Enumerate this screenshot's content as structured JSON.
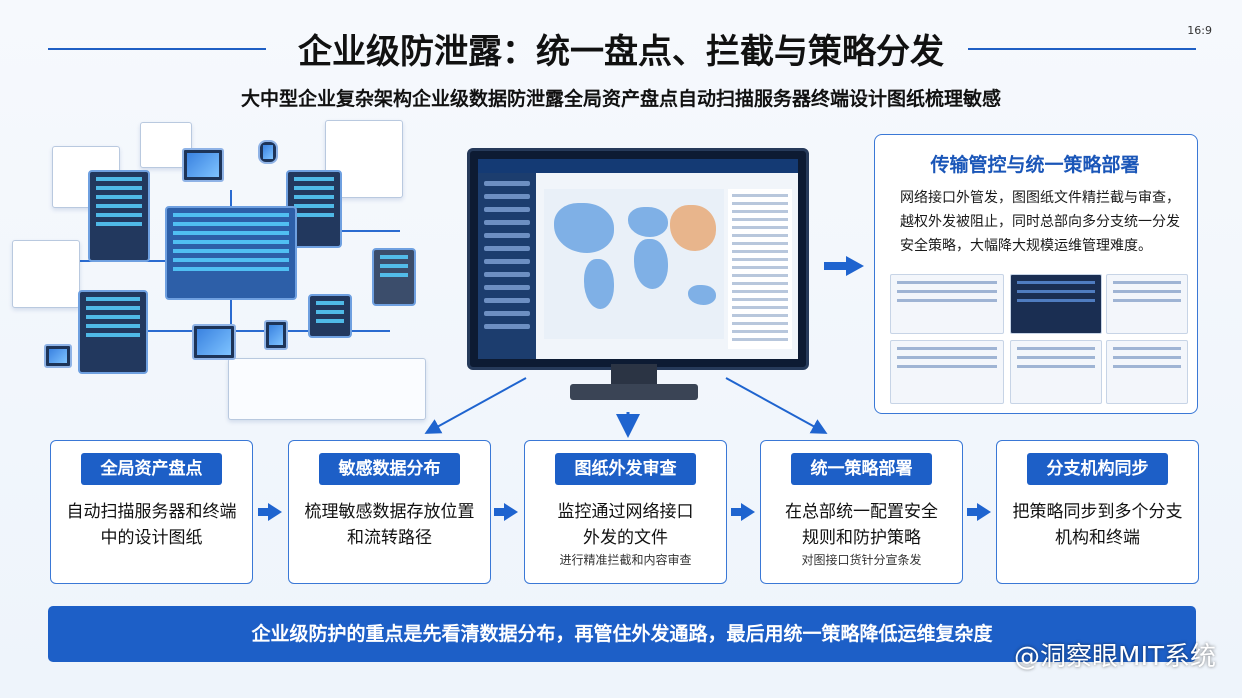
{
  "header": {
    "title": "企业级防泄露：统一盘点、拦截与策略分发",
    "aspect_ratio_label": "16:9",
    "subtitle": "大中型企业复杂架构企业级数据防泄露全局资产盘点自动扫描服务器终端设计图纸梳理敏感"
  },
  "right_panel": {
    "title": "传输管控与统一策略部署",
    "description": "网络接口外管发，图图纸文件精拦截与审查，越权外发被阻止，同时总部向多分支统一分发安全策略，大幅降大规模运维管理难度。"
  },
  "cards": [
    {
      "title": "全局资产盘点",
      "description": "自动扫描服务器和终端中的设计图纸",
      "note": ""
    },
    {
      "title": "敏感数据分布",
      "description": "梳理敏感数据存放位置和流转路径",
      "note": ""
    },
    {
      "title": "图纸外发审查",
      "description": "监控通过网络接口外发的文件",
      "note": "进行精准拦截和内容审查"
    },
    {
      "title": "统一策略部署",
      "description": "在总部统一配置安全规则和防护策略",
      "note": "对图接口货针分宣条发"
    },
    {
      "title": "分支机构同步",
      "description": "把策略同步到多个分支机构和终端",
      "note": ""
    }
  ],
  "footer": {
    "summary": "企业级防护的重点是先看清数据分布，再管住外发通路，最后用统一策略降低运维复杂度",
    "watermark": "@洞察眼MIT系统"
  },
  "colors": {
    "accent": "#1d5fc7",
    "border": "#3a78d6",
    "title": "#1a56b8"
  }
}
